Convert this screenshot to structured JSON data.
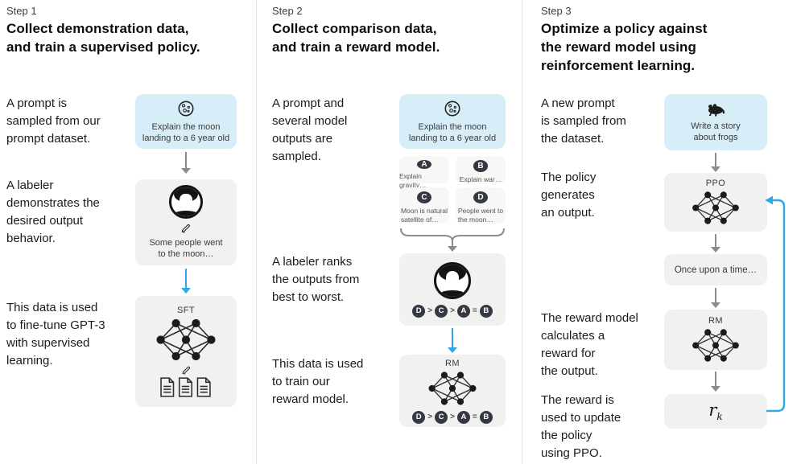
{
  "colors": {
    "prompt_card_blue": "#d7edf8",
    "card_gray": "#f1f1ef",
    "output_card": "#f7f7f5",
    "circle_dark": "#343843",
    "arrow_gray": "#8b8b90",
    "arrow_blue": "#2fa8e8",
    "divider": "#e7e7e5"
  },
  "steps": [
    {
      "label": "Step 1",
      "title": "Collect demonstration data,\nand train a supervised policy.",
      "paragraphs": [
        "A prompt is\nsampled from our\nprompt dataset.",
        "A labeler\ndemonstrates the\ndesired output\nbehavior.",
        "This data is used\nto fine-tune GPT-3\nwith supervised\nlearning."
      ],
      "prompt_card": {
        "icon": "moon-icon",
        "text": "Explain the moon\nlanding to a 6 year old"
      },
      "labeler_card": {
        "icon": "labeler-avatar-icon",
        "note_icon": "pencil-icon",
        "text": "Some people went\nto the moon…"
      },
      "model_card": {
        "label": "SFT",
        "icons": [
          "neural-network-icon",
          "pencil-icon",
          "documents-icon"
        ]
      }
    },
    {
      "label": "Step 2",
      "title": "Collect comparison data,\nand train a reward model.",
      "paragraphs": [
        "A prompt and\nseveral model\noutputs are\nsampled.",
        "A labeler ranks\nthe outputs from\nbest to worst.",
        "This data is used\nto train our\nreward model."
      ],
      "prompt_card": {
        "icon": "moon-icon",
        "text": "Explain the moon\nlanding to a 6 year old"
      },
      "outputs": [
        {
          "letter": "A",
          "text": "Explain gravity…"
        },
        {
          "letter": "B",
          "text": "Explain war…"
        },
        {
          "letter": "C",
          "text": "Moon is natural\nsatellite of…"
        },
        {
          "letter": "D",
          "text": "People went to\nthe moon…"
        }
      ],
      "labeler_card": {
        "icon": "labeler-avatar-icon"
      },
      "ranking": [
        {
          "type": "letter",
          "value": "D"
        },
        {
          "type": "op",
          "value": ">"
        },
        {
          "type": "letter",
          "value": "C"
        },
        {
          "type": "op",
          "value": ">"
        },
        {
          "type": "letter",
          "value": "A"
        },
        {
          "type": "op",
          "value": "="
        },
        {
          "type": "letter",
          "value": "B"
        }
      ],
      "model_card": {
        "label": "RM",
        "icons": [
          "neural-network-icon"
        ]
      }
    },
    {
      "label": "Step 3",
      "title": "Optimize a policy against\nthe reward model using\nreinforcement learning.",
      "paragraphs": [
        "A new prompt\nis sampled from\nthe dataset.",
        "The policy\ngenerates\nan output.",
        "The reward model\ncalculates a\nreward for\nthe output.",
        "The reward is\nused to update\nthe policy\nusing PPO."
      ],
      "prompt_card": {
        "icon": "frog-icon",
        "text": "Write a story\nabout frogs"
      },
      "ppo_card": {
        "label": "PPO",
        "icons": [
          "neural-network-icon"
        ]
      },
      "generated_text_card": {
        "text": "Once upon a time…"
      },
      "rm_card": {
        "label": "RM",
        "icons": [
          "neural-network-icon"
        ]
      },
      "reward_card": {
        "base": "r",
        "subscript": "k"
      }
    }
  ]
}
